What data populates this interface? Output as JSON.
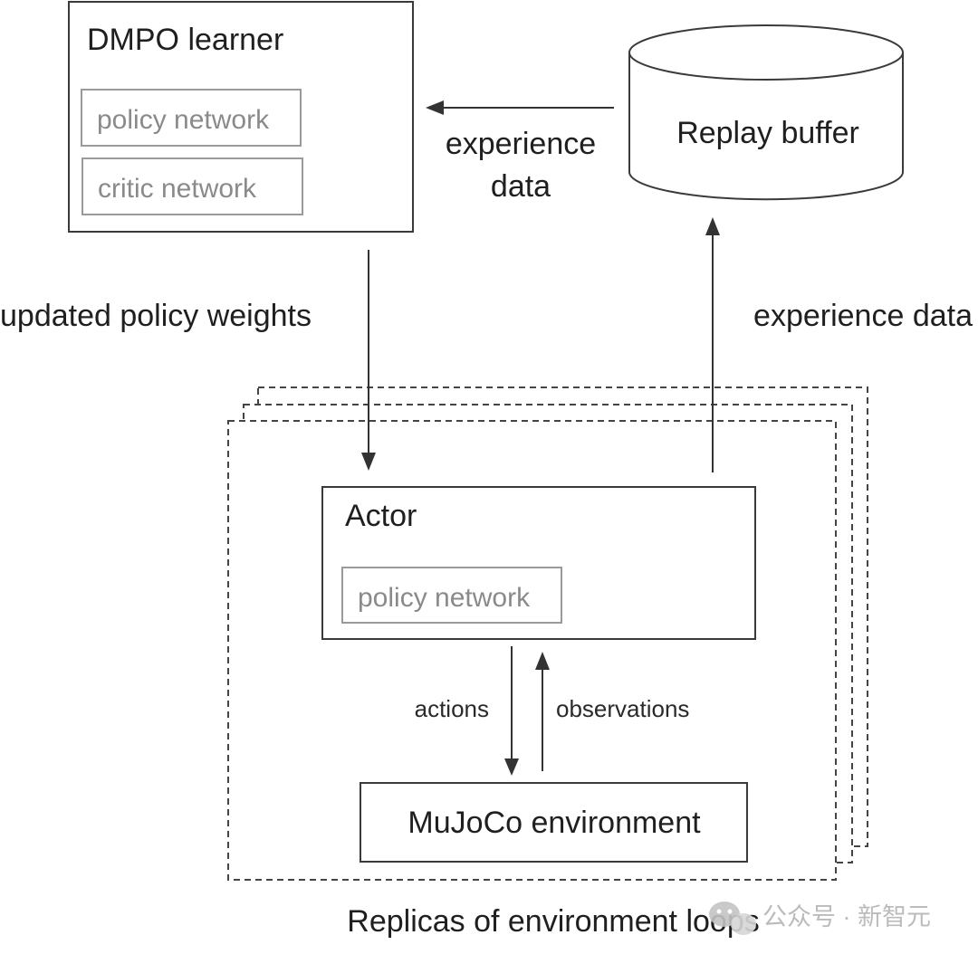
{
  "learner": {
    "title": "DMPO learner",
    "policy": "policy network",
    "critic": "critic network"
  },
  "buffer": {
    "label": "Replay buffer"
  },
  "edges": {
    "experience_to_learner": [
      "experience",
      "data"
    ],
    "weights_to_actor": "updated policy weights",
    "actor_to_buffer": "experience data",
    "actions": "actions",
    "observations": "observations"
  },
  "actor": {
    "title": "Actor",
    "policy": "policy network"
  },
  "environment": {
    "label": "MuJoCo environment"
  },
  "replicas": {
    "caption": "Replicas of environment loops"
  },
  "watermark": {
    "text": "公众号 · 新智元"
  }
}
